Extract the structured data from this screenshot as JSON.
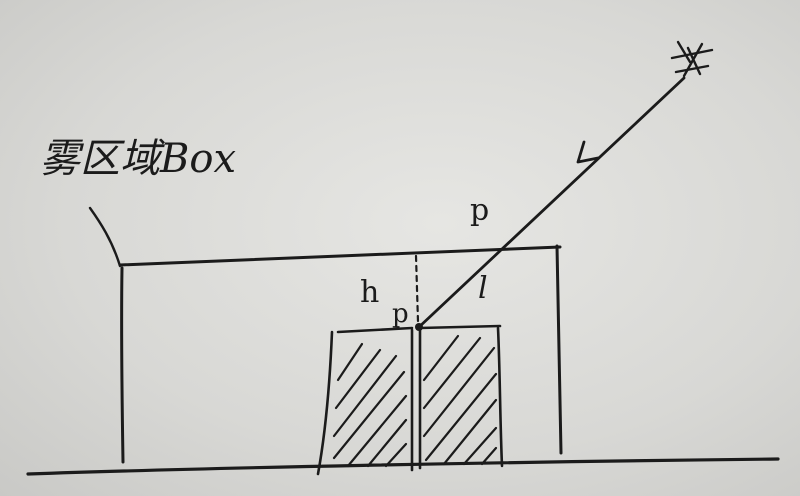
{
  "labels": {
    "box_title": "雾区域Box",
    "point_p_top": "p",
    "point_p_bottom": "p",
    "height_h": "h",
    "length_l": "l"
  },
  "colors": {
    "paper": "#d9d9d6",
    "ink": "#1b1b1b"
  },
  "icons": {
    "light_source": "sun-icon",
    "ray_direction": "arrow-icon"
  }
}
